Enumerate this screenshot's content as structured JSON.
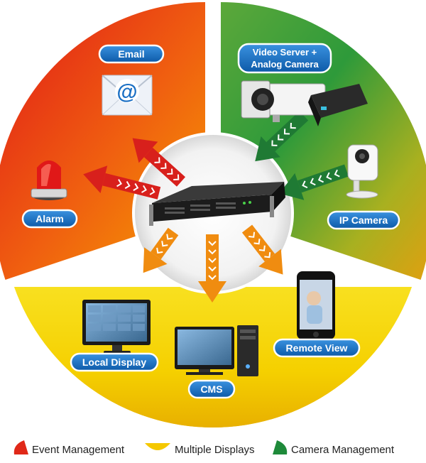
{
  "labels": {
    "email": "Email",
    "video_server_1": "Video Server +",
    "video_server_2": "Analog Camera",
    "alarm": "Alarm",
    "ip_camera": "IP Camera",
    "local_display": "Local Display",
    "cms": "CMS",
    "remote_view": "Remote View"
  },
  "legend": {
    "event": "Event Management",
    "displays": "Multiple Displays",
    "camera": "Camera Management"
  },
  "icons": {
    "email": "at-sign-envelope-icon"
  },
  "colors": {
    "event": "#e02818",
    "displays": "#f5c800",
    "camera": "#1e8a3a",
    "pill": "#1a6fc4",
    "arrow_red": "#d8201c",
    "arrow_orange": "#f08c10",
    "arrow_green": "#1f7a34"
  }
}
